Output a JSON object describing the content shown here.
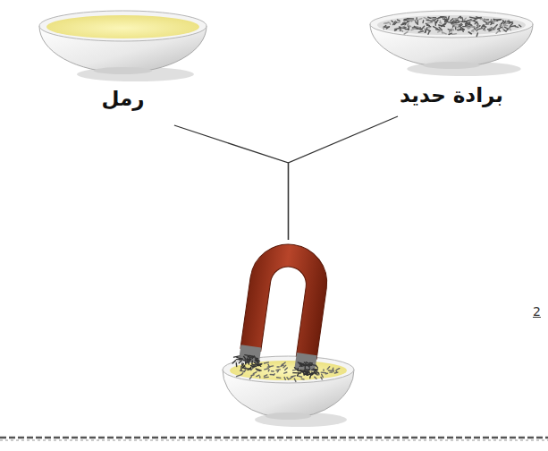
{
  "diagram": {
    "nodes": [
      {
        "text": [
          "برادة حديد"
        ]
      },
      {
        "text": [
          "رمل"
        ]
      },
      {
        "text": []
      }
    ],
    "edges": [
      {
        "from": 0,
        "to": 2,
        "arrow": "none"
      },
      {
        "from": 1,
        "to": 2,
        "arrow": "none"
      }
    ],
    "labels": [
      "2"
    ]
  }
}
